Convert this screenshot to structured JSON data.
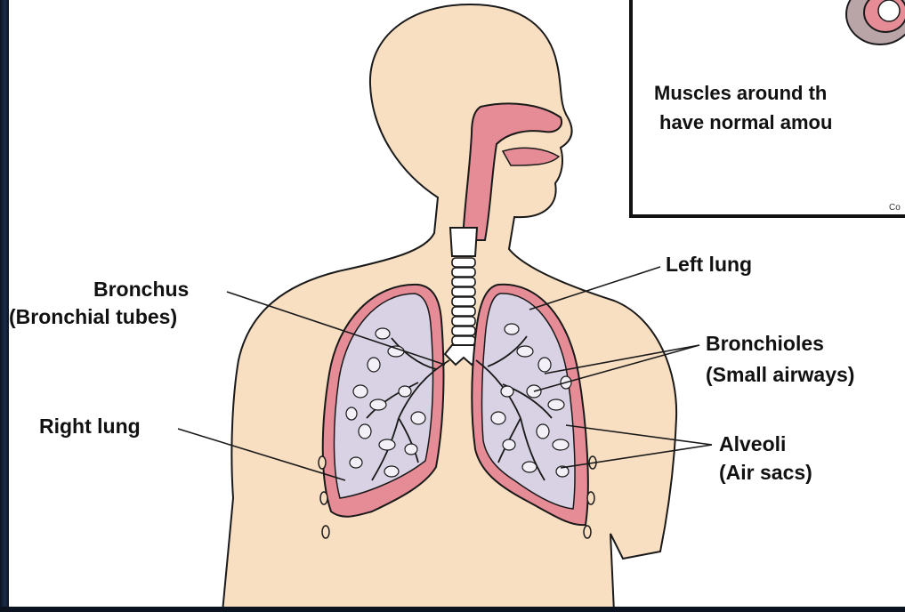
{
  "labels": {
    "bronchus": "Bronchus",
    "bronchial_tubes": "(Bronchial tubes)",
    "right_lung": "Right lung",
    "left_lung": "Left lung",
    "bronchioles": "Bronchioles",
    "small_airways": "(Small airways)",
    "alveoli": "Alveoli",
    "air_sacs": "(Air sacs)"
  },
  "inset": {
    "line1": "Muscles around th",
    "line2": "have normal amou",
    "copyright": "Co"
  },
  "colors": {
    "skin": "#f9dfc2",
    "outline": "#1a1a1a",
    "airway_pink": "#e58c96",
    "lung_fill": "#d8d2e4",
    "trachea": "#ffffff"
  }
}
